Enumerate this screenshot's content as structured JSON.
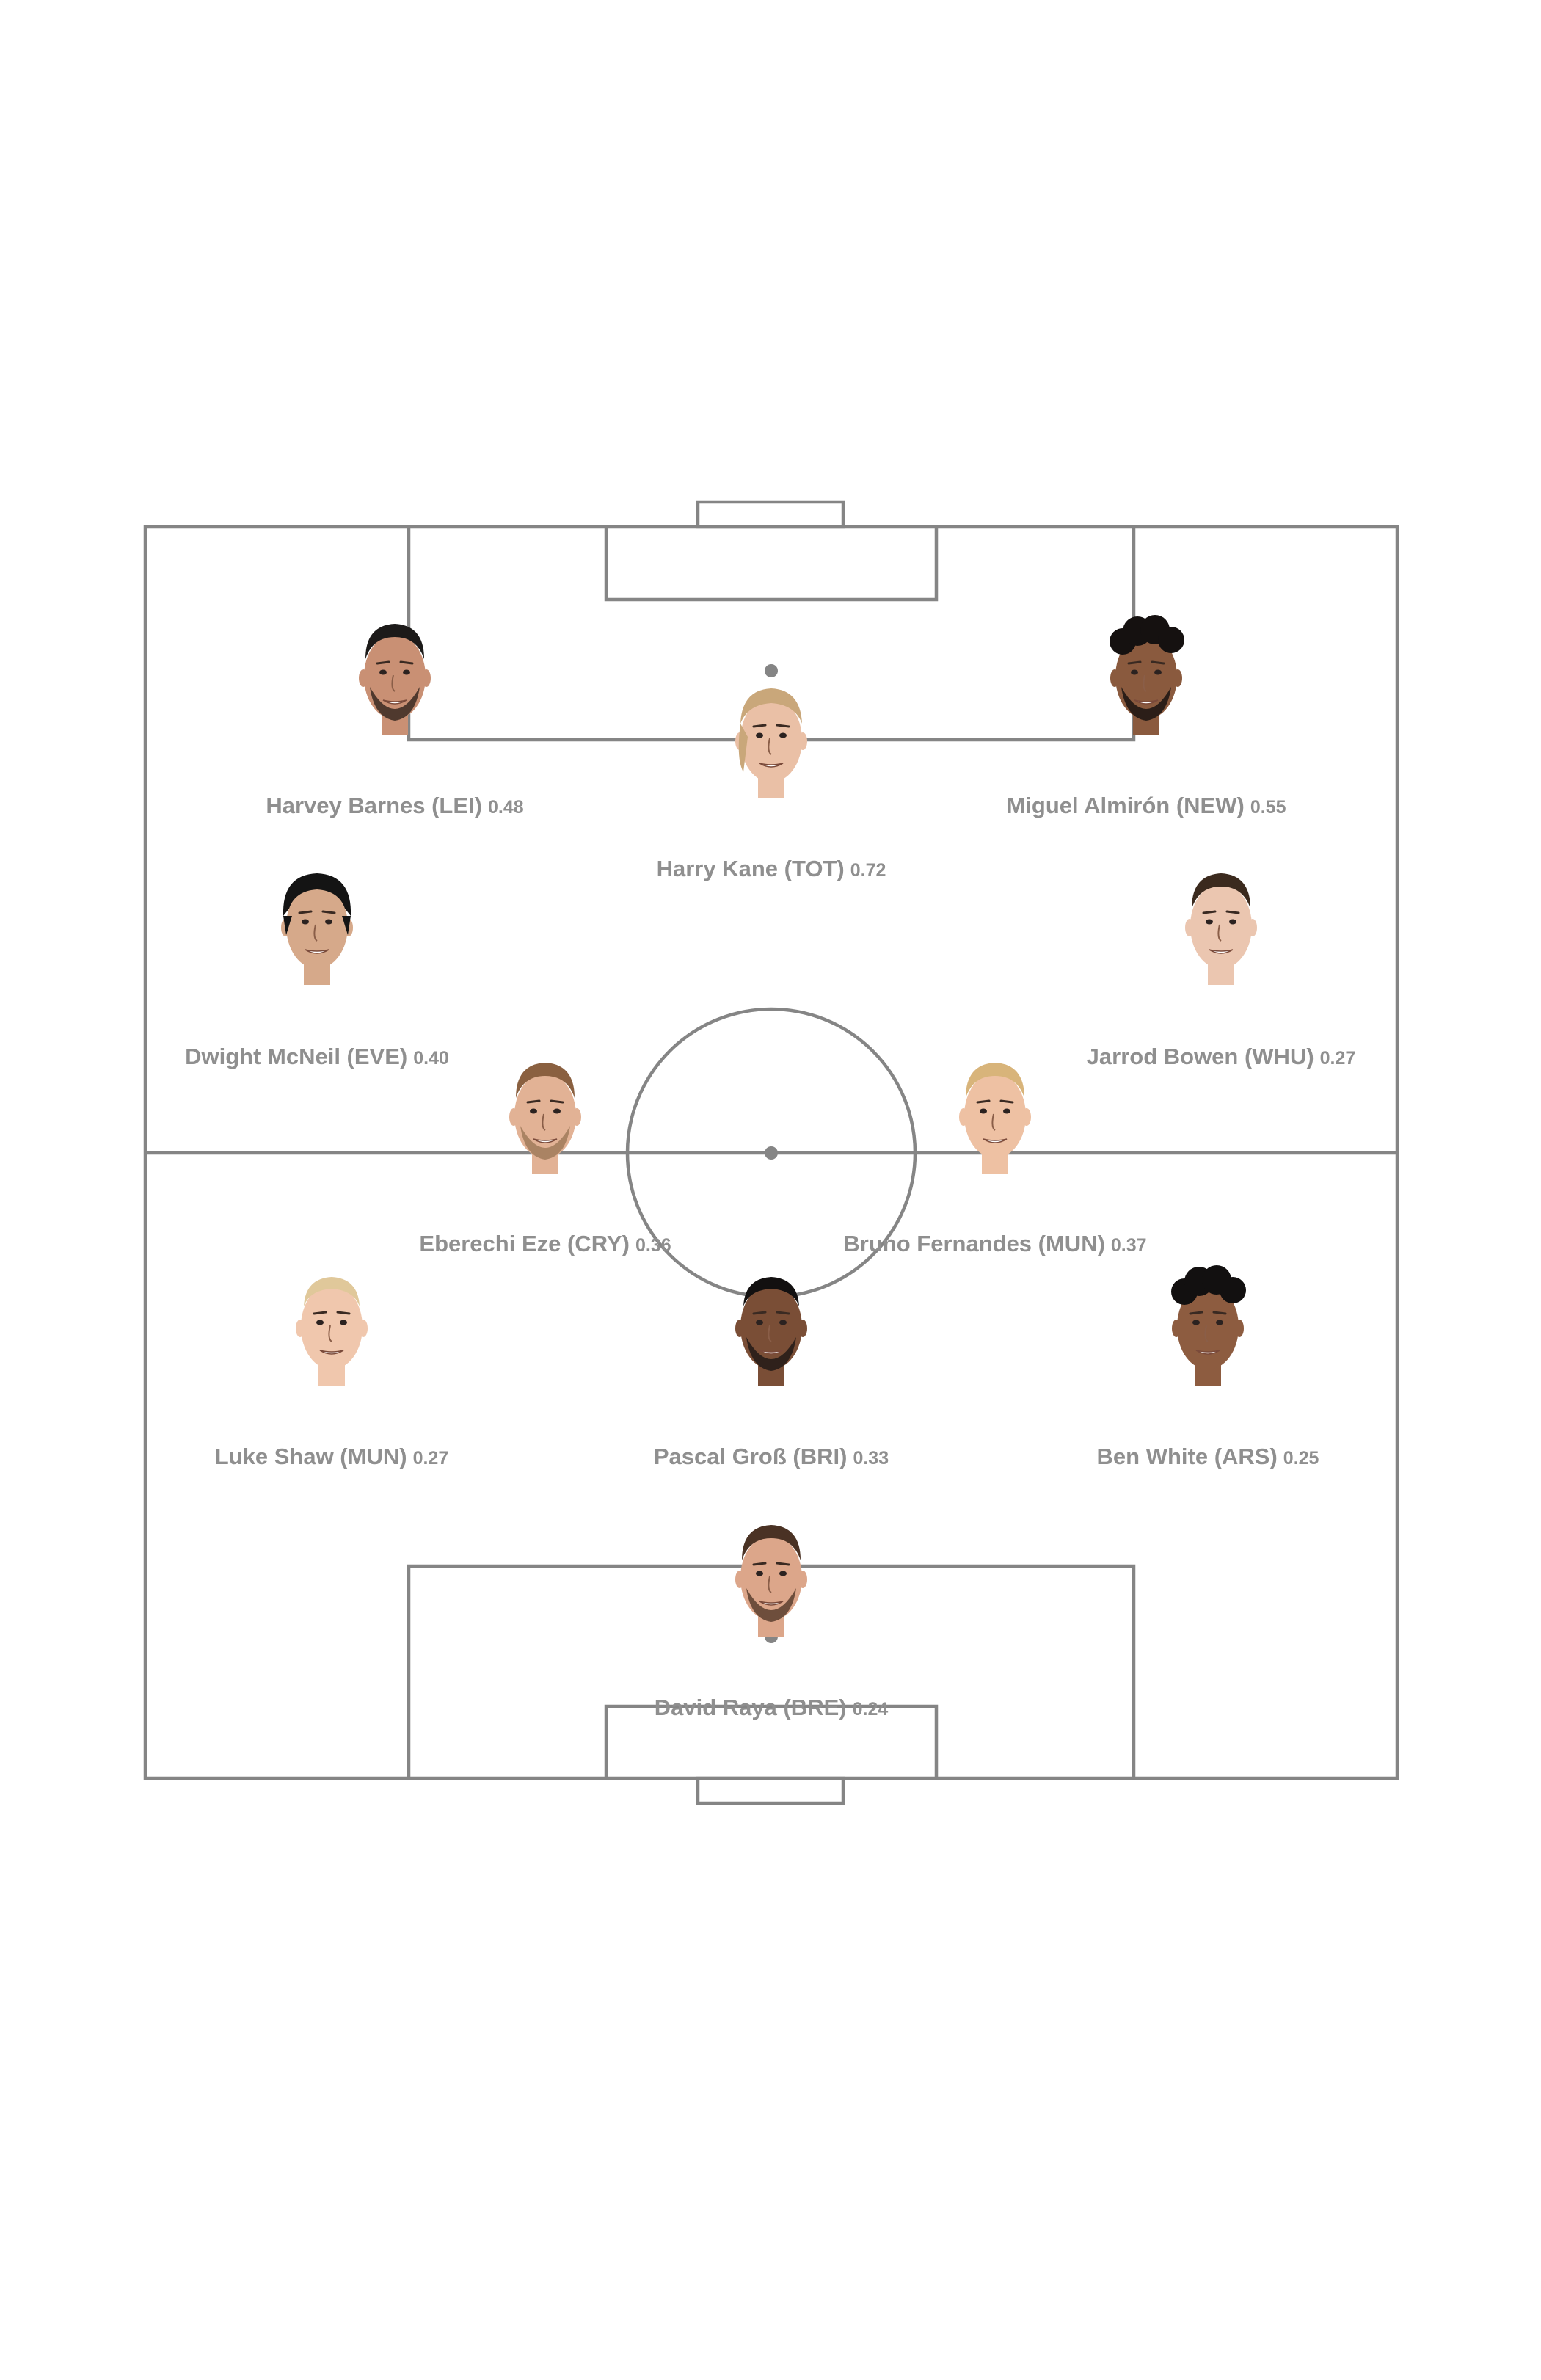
{
  "players": [
    {
      "name": "Harvey Barnes (LEI)",
      "value": "0.48",
      "skin": "#c99074",
      "hair": "#1c1a19",
      "hair_style": "short",
      "beard": "#3a2a22"
    },
    {
      "name": "Harry Kane (TOT)",
      "value": "0.72",
      "skin": "#eac0a6",
      "hair": "#c9a77a",
      "hair_style": "bun",
      "beard": ""
    },
    {
      "name": "Miguel Almirón (NEW)",
      "value": "0.55",
      "skin": "#8a5a3e",
      "hair": "#151110",
      "hair_style": "curly",
      "beard": "#1a1412"
    },
    {
      "name": "Dwight McNeil (EVE)",
      "value": "0.40",
      "skin": "#d6a98a",
      "hair": "#141414",
      "hair_style": "long",
      "beard": ""
    },
    {
      "name": "Jarrod Bowen (WHU)",
      "value": "0.27",
      "skin": "#ebc6b0",
      "hair": "#3b2a1e",
      "hair_style": "short",
      "beard": ""
    },
    {
      "name": "Eberechi Eze (CRY)",
      "value": "0.36",
      "skin": "#e2b295",
      "hair": "#8a6040",
      "hair_style": "short",
      "beard": "#a07a5a"
    },
    {
      "name": "Bruno Fernandes (MUN)",
      "value": "0.37",
      "skin": "#eec1a3",
      "hair": "#d8b47a",
      "hair_style": "short",
      "beard": ""
    },
    {
      "name": "Luke Shaw (MUN)",
      "value": "0.27",
      "skin": "#f0c7ad",
      "hair": "#e0c89a",
      "hair_style": "buzz",
      "beard": ""
    },
    {
      "name": "Pascal Groß (BRI)",
      "value": "0.33",
      "skin": "#7a4e36",
      "hair": "#121010",
      "hair_style": "buzz",
      "beard": "#221a16"
    },
    {
      "name": "Ben White (ARS)",
      "value": "0.25",
      "skin": "#8d5c40",
      "hair": "#121010",
      "hair_style": "curly",
      "beard": ""
    },
    {
      "name": "David Raya (BRE)",
      "value": "0.24",
      "skin": "#dca68a",
      "hair": "#4a3224",
      "hair_style": "short",
      "beard": "#5a3e2e"
    }
  ],
  "icons": [
    "player-face-icon"
  ],
  "colors": {
    "pitch_line": "#858585",
    "label": "#8f8f8f",
    "background": "#ffffff"
  }
}
